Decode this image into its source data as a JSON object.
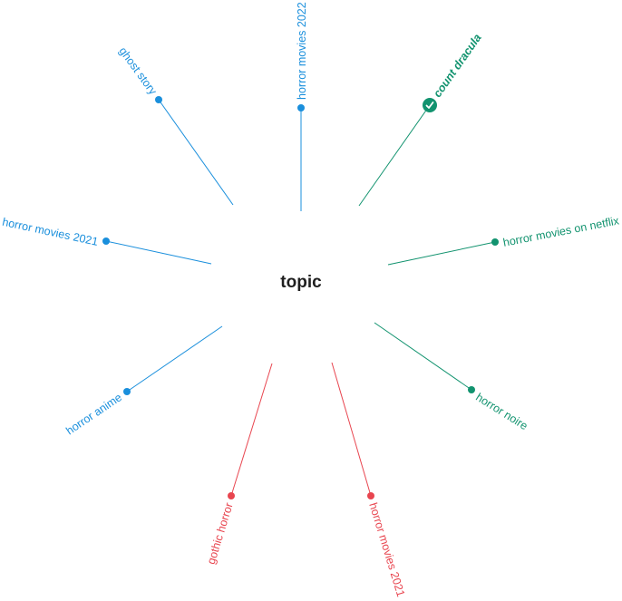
{
  "center": {
    "label": "topic"
  },
  "colors": {
    "blue": "#1a8fdc",
    "green": "#12936f",
    "red": "#e8454f"
  },
  "spokes": [
    {
      "label": "horror movies 2022",
      "color": "blue",
      "selected": false
    },
    {
      "label": "count dracula",
      "color": "green",
      "selected": true,
      "icon": "check-circle-icon"
    },
    {
      "label": "horror movies on netflix",
      "color": "green",
      "selected": false
    },
    {
      "label": "horror noire",
      "color": "green",
      "selected": false
    },
    {
      "label": "horror movies 2021",
      "color": "red",
      "selected": false
    },
    {
      "label": "gothic horror",
      "color": "red",
      "selected": false
    },
    {
      "label": "horror anime",
      "color": "blue",
      "selected": false
    },
    {
      "label": "horror movies 2021",
      "color": "blue",
      "selected": false
    },
    {
      "label": "ghost story",
      "color": "blue",
      "selected": false
    }
  ]
}
